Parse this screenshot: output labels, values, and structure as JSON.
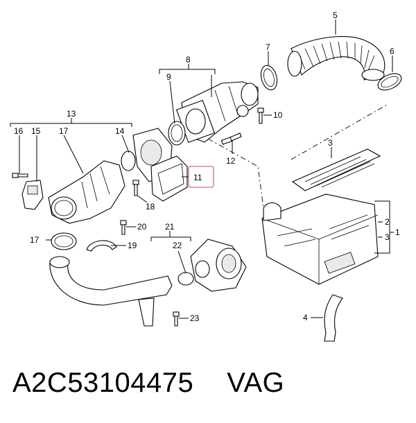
{
  "caption": {
    "part_number": "A2C53104475",
    "brand": "VAG"
  },
  "callouts": {
    "n1": "1",
    "n2": "2",
    "n3": "3",
    "n3b": "3",
    "n4": "4",
    "n5": "5",
    "n6": "6",
    "n7": "7",
    "n8": "8",
    "n9": "9",
    "n10": "10",
    "n11": "11",
    "n12": "12",
    "n13": "13",
    "n14": "14",
    "n15": "15",
    "n16": "16",
    "n17": "17",
    "n17b": "17",
    "n18": "18",
    "n19": "19",
    "n20": "20",
    "n21": "21",
    "n22": "22",
    "n23": "23"
  },
  "colors": {
    "highlight_border": "#d46a6a",
    "line": "#000000"
  }
}
